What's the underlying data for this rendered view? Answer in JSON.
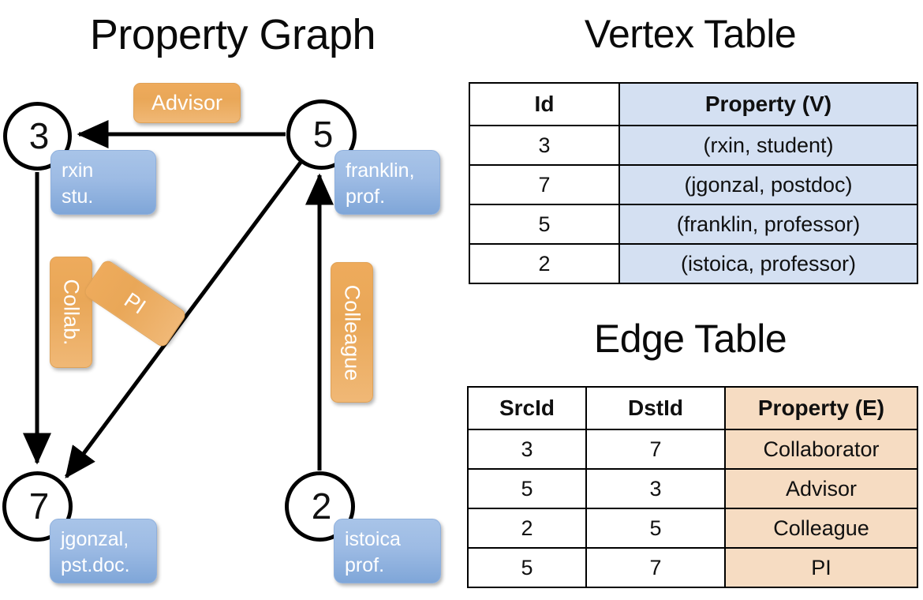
{
  "titles": {
    "graph": "Property Graph",
    "vertex_table": "Vertex Table",
    "edge_table": "Edge Table"
  },
  "graph": {
    "nodes": [
      {
        "id": "3",
        "property_lines": [
          "rxin",
          "stu."
        ]
      },
      {
        "id": "5",
        "property_lines": [
          "franklin,",
          "prof."
        ]
      },
      {
        "id": "7",
        "property_lines": [
          "jgonzal,",
          "pst.doc."
        ]
      },
      {
        "id": "2",
        "property_lines": [
          "istoica",
          "prof."
        ]
      }
    ],
    "edge_labels": [
      {
        "label": "Advisor",
        "orientation": "horizontal"
      },
      {
        "label": "Collab.",
        "orientation": "vertical"
      },
      {
        "label": "PI",
        "orientation": "diagonal"
      },
      {
        "label": "Colleague",
        "orientation": "vertical"
      }
    ],
    "colors": {
      "node_stroke": "#000000",
      "vertex_property_box": "#9dbbe4",
      "edge_property_box": "#e9a758",
      "edge_line": "#000000"
    }
  },
  "vertex_table": {
    "columns": [
      "Id",
      "Property (V)"
    ],
    "rows": [
      {
        "id": "3",
        "property": "(rxin, student)"
      },
      {
        "id": "7",
        "property": "(jgonzal, postdoc)"
      },
      {
        "id": "5",
        "property": "(franklin, professor)"
      },
      {
        "id": "2",
        "property": "(istoica, professor)"
      }
    ],
    "property_column_color": "#d4e0f2"
  },
  "edge_table": {
    "columns": [
      "SrcId",
      "DstId",
      "Property (E)"
    ],
    "rows": [
      {
        "src": "3",
        "dst": "7",
        "property": "Collaborator"
      },
      {
        "src": "5",
        "dst": "3",
        "property": "Advisor"
      },
      {
        "src": "2",
        "dst": "5",
        "property": "Colleague"
      },
      {
        "src": "5",
        "dst": "7",
        "property": "PI"
      }
    ],
    "property_column_color": "#f6dcc2"
  }
}
